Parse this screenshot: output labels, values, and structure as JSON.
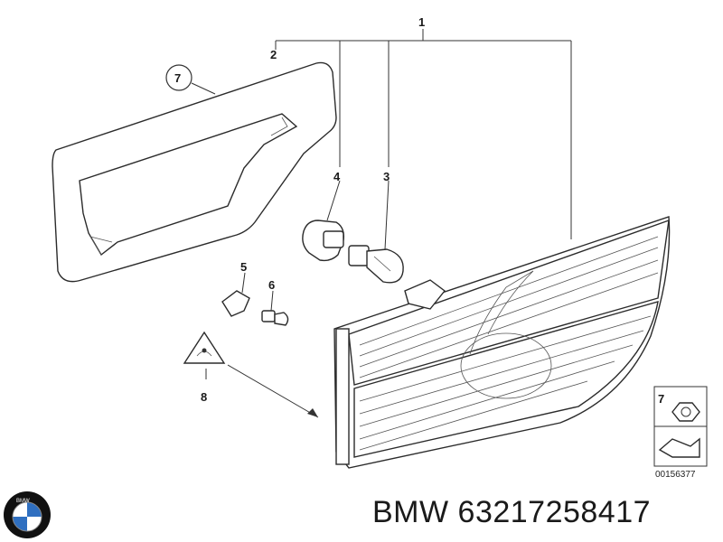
{
  "callouts": {
    "c1": "1",
    "c2": "2",
    "c3": "3",
    "c4": "4",
    "c5": "5",
    "c6": "6",
    "c7": "7",
    "c8": "8"
  },
  "inset": {
    "label": "7"
  },
  "ref_code": "00156377",
  "logo": {
    "text": "BMW",
    "colors": {
      "blue": "#2f6fc0",
      "black": "#111111"
    }
  },
  "part_number": "BMW 63217258417"
}
